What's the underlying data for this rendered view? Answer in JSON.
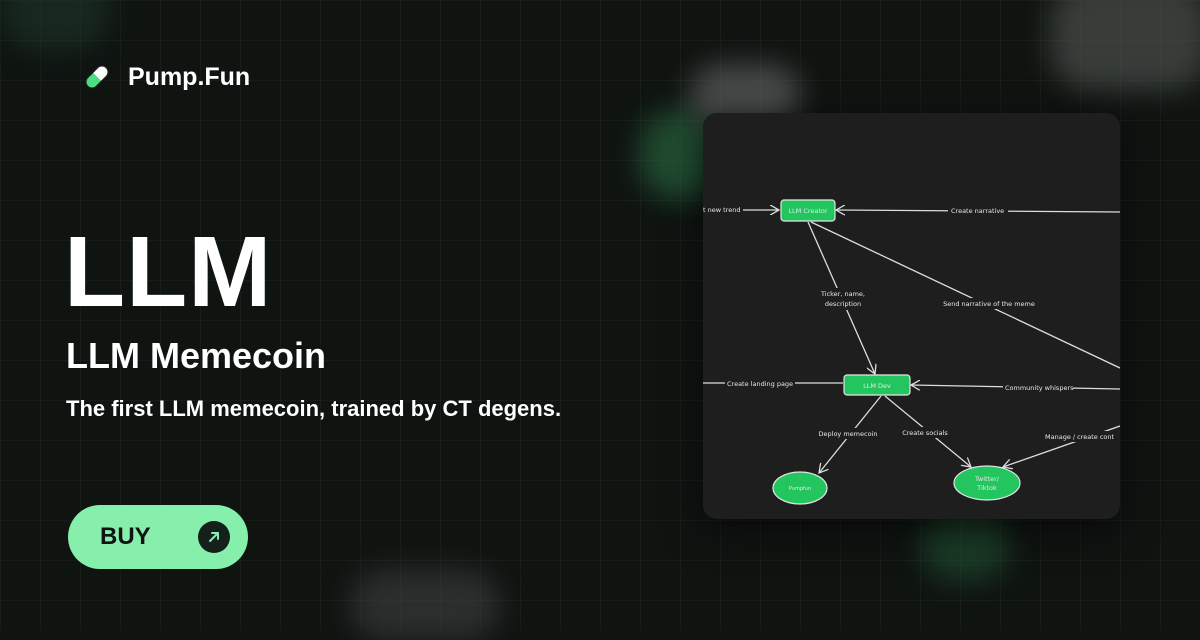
{
  "brand": {
    "name": "Pump.Fun",
    "icon": "pill-icon"
  },
  "hero": {
    "title": "LLM",
    "subtitle": "LLM Memecoin",
    "description": "The first LLM memecoin, trained by CT degens."
  },
  "buy_button": {
    "label": "BUY",
    "icon": "arrow-up-right-icon"
  },
  "colors": {
    "background": "#0f1411",
    "accent": "#86efac",
    "node": "#22c55e",
    "card": "#1e1e1e"
  },
  "diagram": {
    "nodes": {
      "creator": "LLM Creator",
      "dev": "LLM Dev",
      "pumpfun": "Pumpfun",
      "twitter_line1": "Twitter/",
      "twitter_line2": "Tiktok"
    },
    "edges": {
      "new_trend": "t new trend",
      "create_narrative": "Create narrative",
      "ticker_line1": "Ticker, name,",
      "ticker_line2": "description",
      "send_narrative": "Send narrative of the meme",
      "landing": "Create landing page",
      "whispers": "Community whispers",
      "deploy": "Deploy memecoin",
      "socials": "Create socials",
      "manage": "Manage / create cont"
    }
  }
}
